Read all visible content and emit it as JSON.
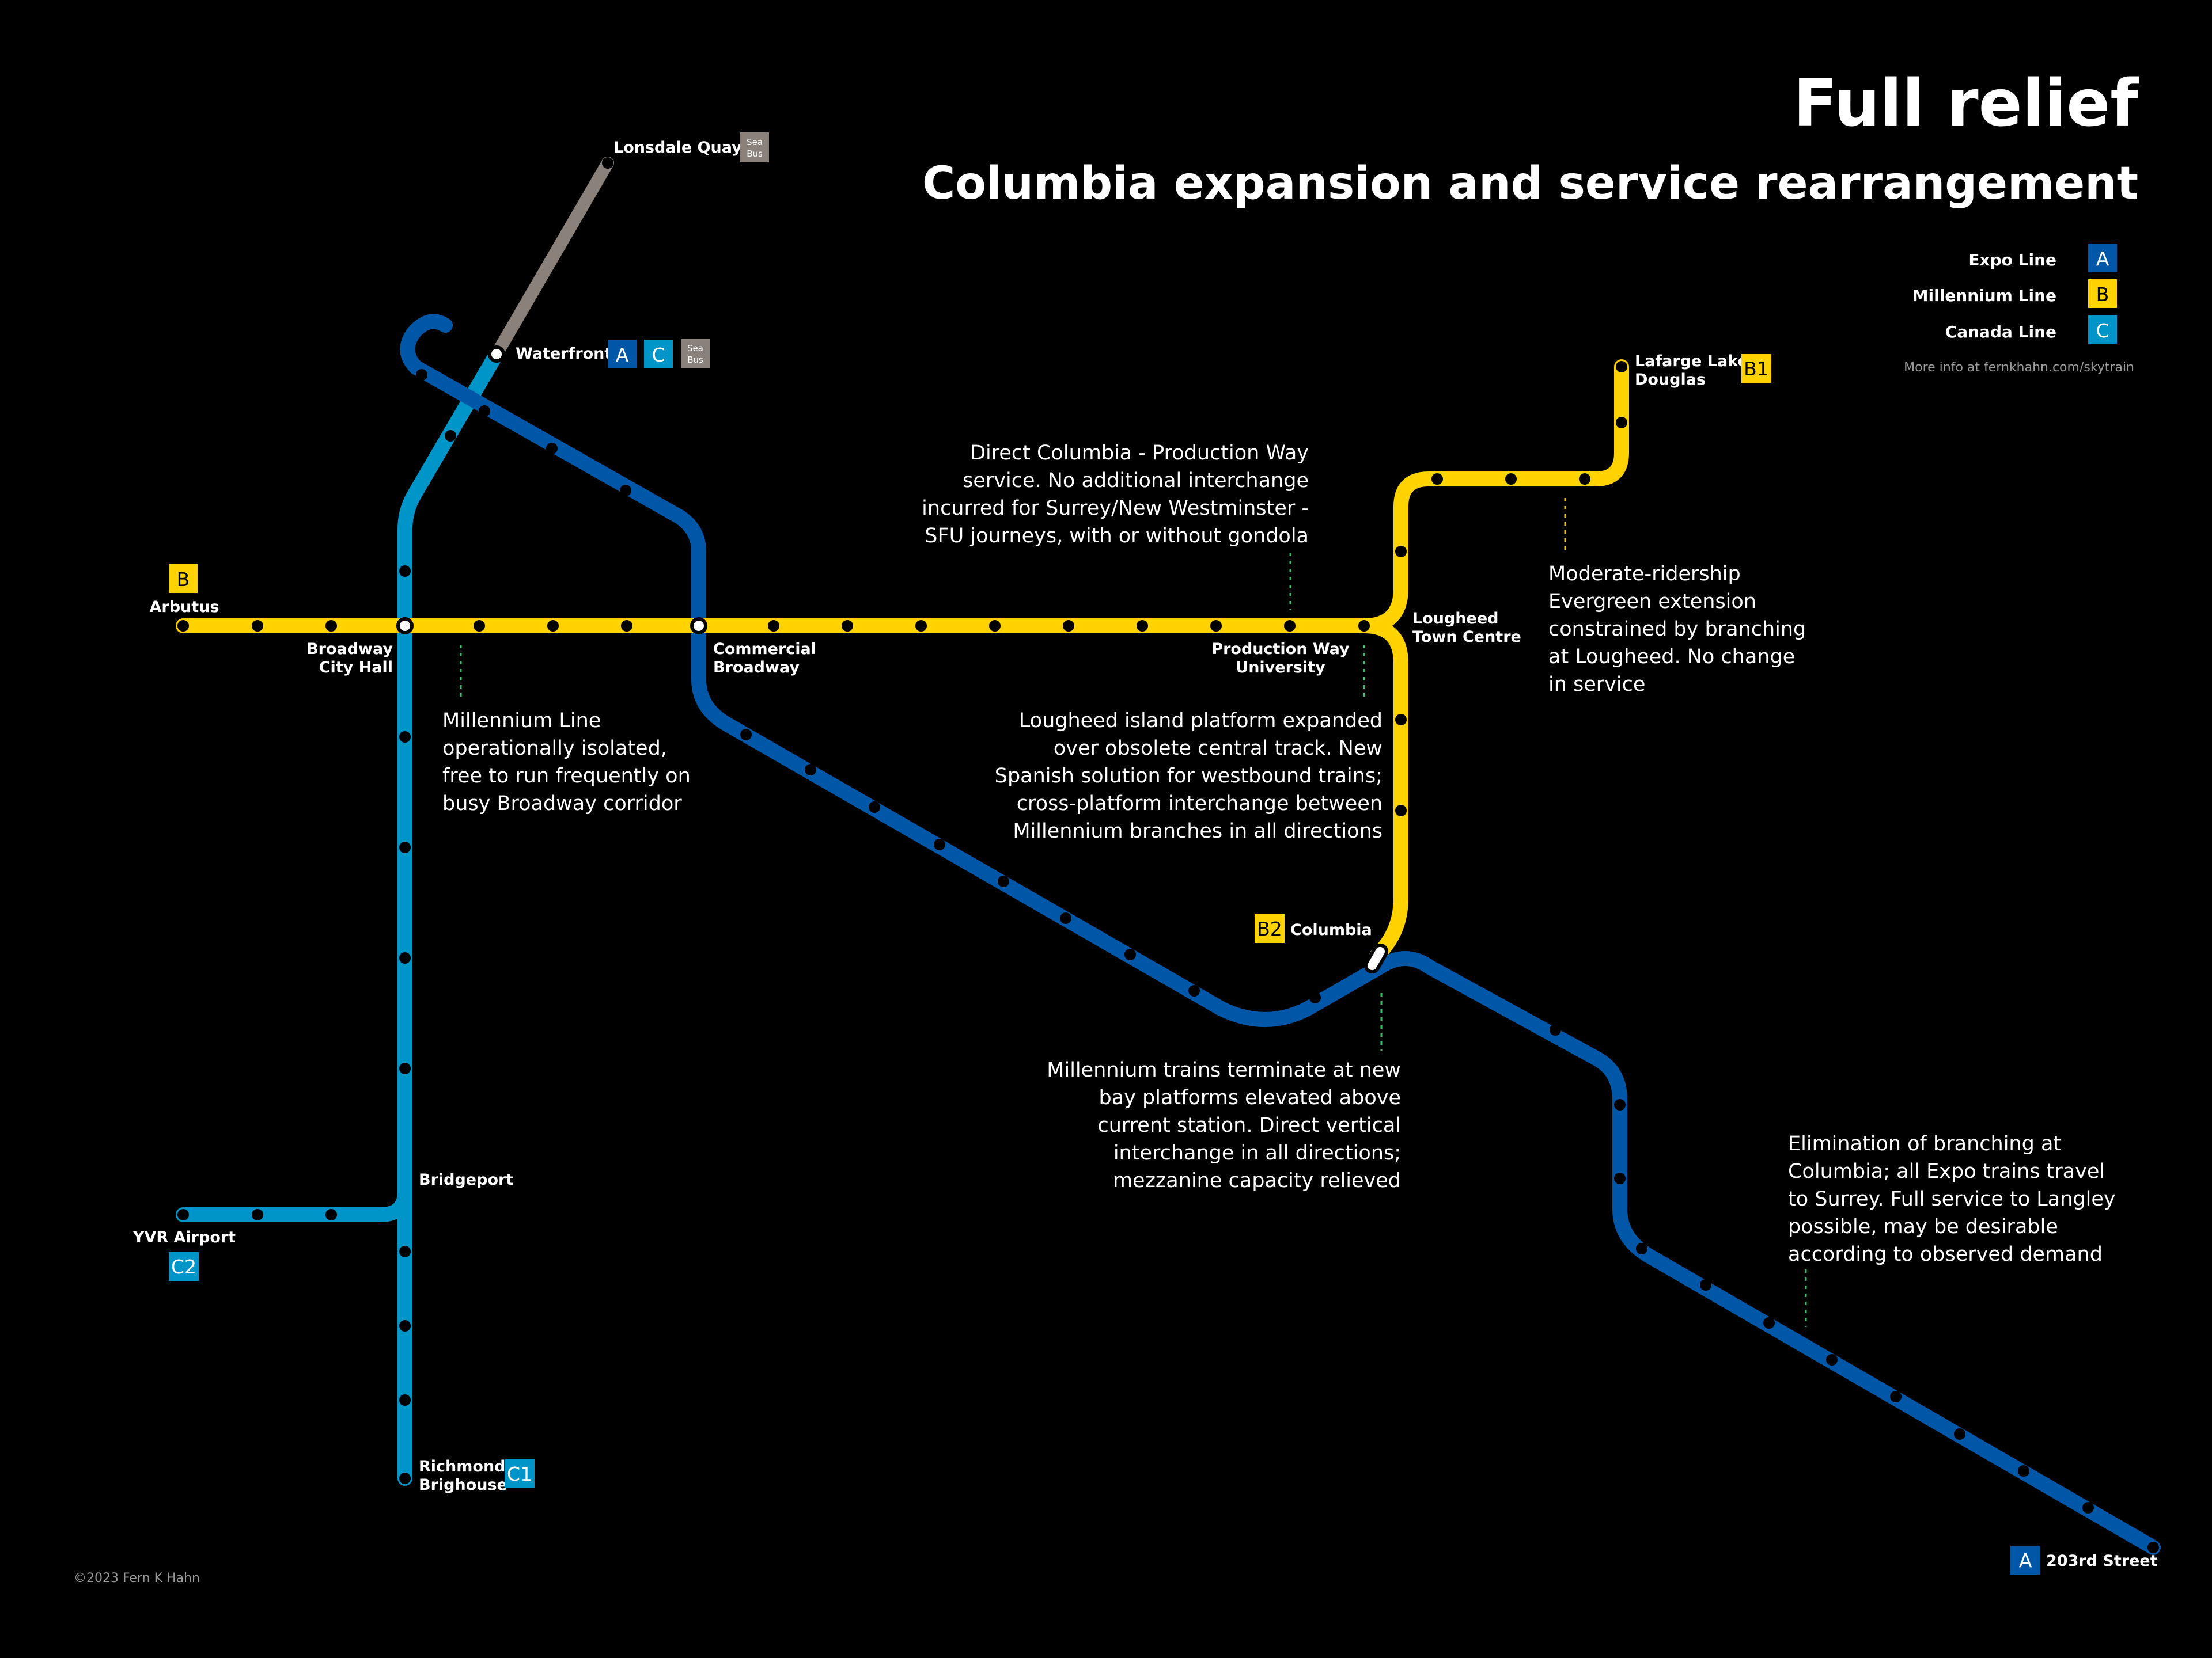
{
  "title": "Full relief",
  "subtitle": "Columbia expansion and service rearrangement",
  "more_info": "More info at fernkhahn.com/skytrain",
  "copyright": "©2023 Fern K Hahn",
  "colors": {
    "expo": "#0057a8",
    "millennium": "#ffd200",
    "canada": "#0095c8",
    "seabus": "#8a817a",
    "background": "#000000"
  },
  "legend": [
    {
      "label": "Expo Line",
      "letter": "A",
      "line": "expo"
    },
    {
      "label": "Millennium Line",
      "letter": "B",
      "line": "millennium"
    },
    {
      "label": "Canada Line",
      "letter": "C",
      "line": "canada"
    }
  ],
  "seabus_badge": [
    "Sea",
    "Bus"
  ],
  "stations": {
    "lonsdale": "Lonsdale Quay",
    "waterfront": "Waterfront",
    "arbutus": "Arbutus",
    "broadway_l1": "Broadway",
    "broadway_l2": "City Hall",
    "commercial_l1": "Commercial",
    "commercial_l2": "Broadway",
    "production_l1": "Production Way",
    "production_l2": "University",
    "lougheed_l1": "Lougheed",
    "lougheed_l2": "Town Centre",
    "lafarge_l1": "Lafarge Lake",
    "lafarge_l2": "Douglas",
    "columbia": "Columbia",
    "bridgeport": "Bridgeport",
    "yvr": "YVR Airport",
    "richmond_l1": "Richmond",
    "richmond_l2": "Brighouse",
    "street203": "203rd Street"
  },
  "badges": {
    "arbutus": "B",
    "waterfront_a": "A",
    "waterfront_c": "C",
    "lafarge": "B1",
    "columbia": "B2",
    "yvr": "C2",
    "richmond": "C1",
    "street203": "A"
  },
  "notes": {
    "production": [
      "Direct Columbia - Production Way",
      "service. No additional interchange",
      "incurred for Surrey/New Westminster -",
      "SFU journeys, with or without gondola"
    ],
    "millennium": [
      "Millennium Line",
      "operationally isolated,",
      "free to run frequently on",
      "busy Broadway corridor"
    ],
    "evergreen": [
      "Moderate-ridership",
      "Evergreen extension",
      "constrained by branching",
      "at Lougheed. No change",
      "in service"
    ],
    "lougheed": [
      "Lougheed island platform expanded",
      "over obsolete central track. New",
      "Spanish solution for westbound trains;",
      "cross-platform interchange between",
      "Millennium branches in all directions"
    ],
    "columbia": [
      "Millennium trains terminate at new",
      "bay platforms elevated above",
      "current station. Direct vertical",
      "interchange in all directions;",
      "mezzanine capacity relieved"
    ],
    "expo": [
      "Elimination of branching at",
      "Columbia; all Expo trains travel",
      "to Surrey. Full service to Langley",
      "possible, may be desirable",
      "according to observed demand"
    ]
  }
}
